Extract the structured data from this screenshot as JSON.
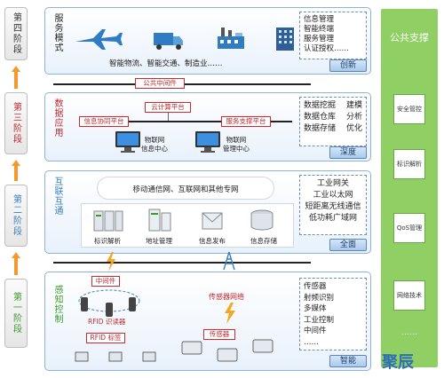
{
  "stages": [
    {
      "label": "第四阶段"
    },
    {
      "label": "第三阶段"
    },
    {
      "label": "第二阶段"
    },
    {
      "label": "第一阶段"
    }
  ],
  "service": {
    "title": "服务模式",
    "caption": "智能物流、智能交通、制造业……",
    "list": [
      "信息管理",
      "智能终端",
      "服务管理",
      "认证授权……"
    ],
    "tag": "创新"
  },
  "bus": {
    "public_middleware": "公共中间件"
  },
  "data_layer": {
    "title": "数据应用",
    "cloud": "云计算平台",
    "info_coop": "信息协同平台",
    "service_support": "服务支撑平台",
    "center1": [
      "物联网",
      "信息中心"
    ],
    "center2": [
      "物联网",
      "管理中心"
    ],
    "list_a": [
      "数据挖掘",
      "数据仓库",
      "数据存储"
    ],
    "list_b": [
      "建模",
      "分析",
      "优化"
    ],
    "tag": "深度"
  },
  "network": {
    "title": "互联互通",
    "cloud_text": "移动通信网、互联网和其他专网",
    "items": [
      "标识解析",
      "地址管理",
      "信息发布",
      "信息存储"
    ],
    "list": [
      "工业网关",
      "工业以太网",
      "短距离无线通信",
      "低功耗广域网"
    ],
    "tag": "全面"
  },
  "sense": {
    "title": "感知控制",
    "middleware": "中间件",
    "rfid_reader": "RFID 识读器",
    "rfid_tag": "RFID 标签",
    "sensor_net": "传感器网络",
    "sensor": "传感器",
    "list": [
      "传感器",
      "射频识别",
      "多媒体",
      "工业控制",
      "中间件",
      "……"
    ],
    "tag": "智能"
  },
  "public_support": {
    "title": "公共支撑",
    "items": [
      "安全管控",
      "标识解析",
      "QoS管理",
      "网络技术"
    ],
    "more": "……"
  },
  "watermark": "聚辰",
  "colors": {
    "stage_arrow": "#f29a2e",
    "support_green": "#8fcf63",
    "red": "#c0282d",
    "blue": "#3a7fc1",
    "green": "#3a9a2a"
  }
}
